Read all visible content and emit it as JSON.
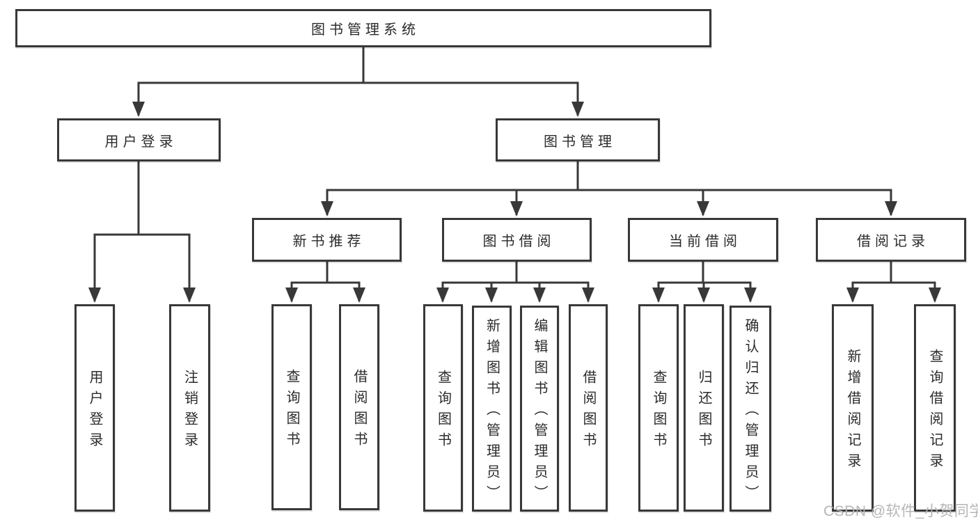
{
  "tree": {
    "label": "图书管理系统",
    "children": [
      {
        "label": "用户登录",
        "children": [
          {
            "label": "用户登录"
          },
          {
            "label": "注销登录"
          }
        ]
      },
      {
        "label": "图书管理",
        "children": [
          {
            "label": "新书推荐",
            "children": [
              {
                "label": "查询图书"
              },
              {
                "label": "借阅图书"
              }
            ]
          },
          {
            "label": "图书借阅",
            "children": [
              {
                "label": "查询图书"
              },
              {
                "label": "新增图书（管理员）"
              },
              {
                "label": "编辑图书（管理员）"
              },
              {
                "label": "借阅图书"
              }
            ]
          },
          {
            "label": "当前借阅",
            "children": [
              {
                "label": "查询图书"
              },
              {
                "label": "归还图书"
              },
              {
                "label": "确认归还（管理员）"
              }
            ]
          },
          {
            "label": "借阅记录",
            "children": [
              {
                "label": "新增借阅记录"
              },
              {
                "label": "查询借阅记录"
              }
            ]
          }
        ]
      }
    ]
  },
  "watermark": {
    "text": "CSDN @软件_小贺同学"
  },
  "colors": {
    "line": "#383838",
    "box_border": "#383838",
    "text": "#2b2b2b",
    "watermark": "#b3b3b3",
    "background": "#ffffff"
  }
}
